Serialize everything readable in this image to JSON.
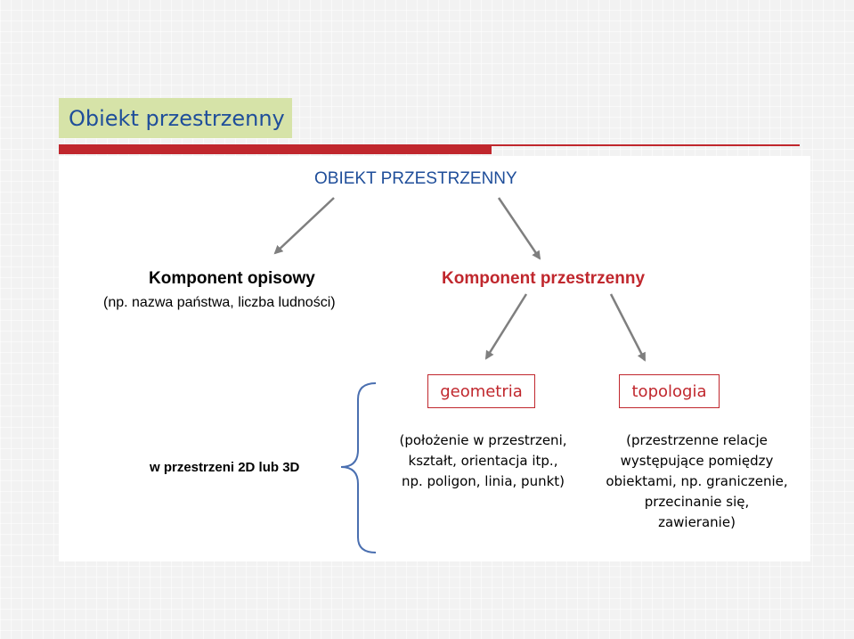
{
  "slide": {
    "title": "Obiekt przestrzenny"
  },
  "diagram": {
    "root": "OBIEKT PRZESTRZENNY",
    "descriptive": {
      "title": "Komponent opisowy",
      "subtitle": "(np. nazwa państwa, liczba ludności)"
    },
    "spatial": {
      "title": "Komponent przestrzenny"
    },
    "geometry": {
      "label": "geometria",
      "description": [
        "(położenie w przestrzeni,",
        "kształt, orientacja itp.,",
        "np. poligon, linia, punkt)"
      ]
    },
    "topology": {
      "label": "topologia",
      "description": [
        "(przestrzenne relacje",
        "występujące pomiędzy",
        "obiektami, np. graniczenie,",
        "przecinanie się,",
        "zawieranie)"
      ]
    },
    "brace_label": "w przestrzeni 2D lub 3D"
  },
  "colors": {
    "accent_red": "#c0272d",
    "title_blue": "#1f4e9a",
    "title_bg": "#d6e3a8",
    "arrow_gray": "#7f7f7f"
  }
}
